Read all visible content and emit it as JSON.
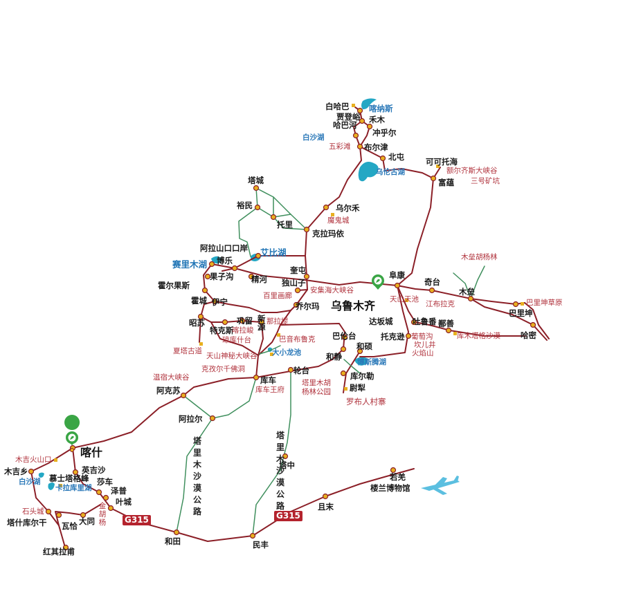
{
  "title": "",
  "cities": {
    "baihaba": "白哈巴",
    "jiadengyu": "贾登峪",
    "hebaihe": "哈巴河",
    "hemu": "禾木",
    "chonghuer": "冲乎尔",
    "burqin": "布尔津",
    "beitun": "北屯",
    "koktokay": "可可托海",
    "fuyun": "富蕴",
    "tacheng": "塔城",
    "yumin": "裕民",
    "tuoli": "托里",
    "urho": "乌尔禾",
    "karamay": "克拉玛依",
    "alashankou": "阿拉山口口岸",
    "bole": "博乐",
    "guozigou": "果子沟",
    "jinghe": "精河",
    "kuitun": "奎屯",
    "dushanzi": "独山子",
    "horgos": "霍尔果斯",
    "huocheng": "霍城",
    "yining": "伊宁",
    "qiaoerma": "乔尔玛",
    "urumqi": "乌鲁木齐",
    "fukang": "阜康",
    "qitai": "奇台",
    "mulei": "木垒",
    "balikun": "巴里坤",
    "hami": "哈密",
    "zhaosu": "昭苏",
    "tekes": "特克斯",
    "gongliu": "巩留",
    "xinyuan": "新源",
    "dabancheng": "达坂城",
    "turpan": "吐鲁番",
    "shanshan": "鄯善",
    "toksun": "托克逊",
    "bayinbuluke": "巴音布鲁克",
    "baluntai": "巴伦台",
    "hejing": "和静",
    "heshuo": "和硕",
    "kuqa": "库车",
    "luntai": "轮台",
    "korla": "库尔勒",
    "yuli": "尉犁",
    "aksu": "阿克苏",
    "alar": "阿拉尔",
    "kashgar": "喀什",
    "yengisar": "英吉沙",
    "muztagh": "慕士塔格峰",
    "shache": "莎车",
    "zepu": "泽普",
    "yecheng": "叶城",
    "muji": "木吉乡",
    "tashkurgan": "塔什库尔干",
    "waqia": "瓦恰",
    "datong": "大同",
    "hongqilafu": "红其拉甫",
    "hotan": "和田",
    "minfeng": "民丰",
    "tazhong": "塔中",
    "qiemo": "且末",
    "ruoqiang": "若羌",
    "loulan": "楼兰博物馆"
  },
  "scenic": {
    "wucaitan": "五彩滩",
    "eerqisi": "额尔齐斯大峡谷",
    "sanhaokuang": "三号矿坑",
    "moguicheng": "魔鬼城",
    "anjihai": "安集海大峡谷",
    "bailihualang": "百里画廊",
    "tianchi": "天山天池",
    "jiangbulake": "江布拉克",
    "mulei_poplar": "木垒胡杨林",
    "balikun_grass": "巴里坤草原",
    "kumutage": "库木塔格沙漠",
    "putaogou": "葡萄沟",
    "kanerjing": "坎儿井",
    "huoyanshan": "火焰山",
    "nalati": "那拉提",
    "kalajun": "喀拉峻",
    "qiongkushitai": "琼库什台",
    "xiata": "夏塔古道",
    "tianshan_canyon": "天山神秘大峡谷",
    "kizil": "克孜尔千佛洞",
    "wensu": "温宿大峡谷",
    "kuqa_palace": "库车王府",
    "tarim_poplar1": "塔里木胡",
    "tarim_poplar2": "杨林公园",
    "lopnur": "罗布人村寨",
    "muji_crater": "木吉火山口",
    "stone_city": "石头城",
    "jinhuyang": "金胡杨"
  },
  "lakes": {
    "kanas": "喀纳斯",
    "baisha_north": "白沙湖",
    "ulungur": "乌伦古湖",
    "ebinur": "艾比湖",
    "sayram": "赛里木湖",
    "daxiao": "大小龙池",
    "bosten": "博斯腾湖",
    "baisha_south": "白沙湖",
    "karakul": "卡拉库里湖"
  },
  "highways": {
    "g315_west": "G315",
    "g315_east": "G315"
  },
  "desert_roads": {
    "west": "塔里木沙漠公路",
    "east": "塔里木沙漠公路"
  },
  "colors": {
    "route": "#8b1f27",
    "branch": "#3f8f5d",
    "lake": "#24a7c4",
    "marker": "#e8b020",
    "highway": "#b4232d",
    "pin": "#3aa545"
  },
  "icons": [
    "map-pin-icon",
    "airplane-icon"
  ]
}
